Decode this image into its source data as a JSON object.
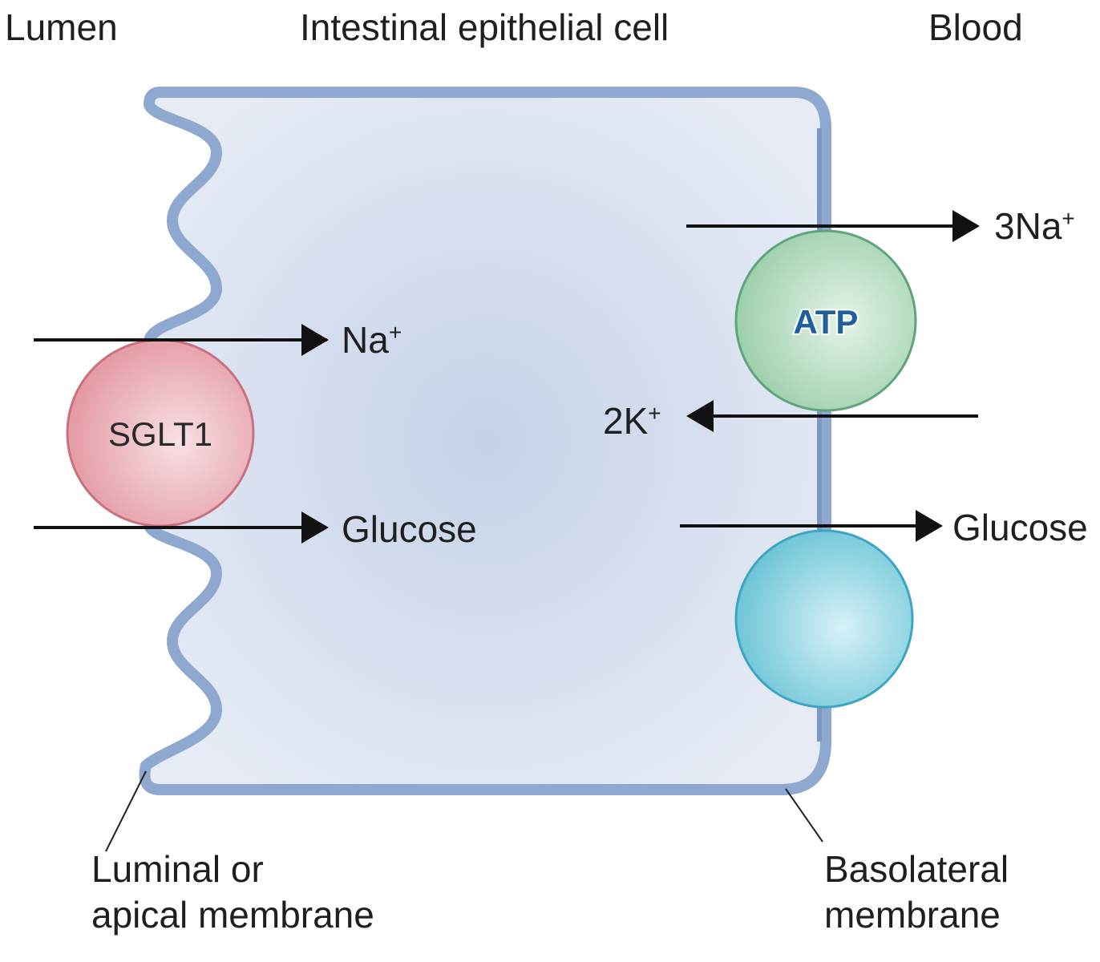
{
  "headers": {
    "lumen": "Lumen",
    "cell": "Intestinal epithelial cell",
    "blood": "Blood"
  },
  "luminal_side": {
    "transporter": "SGLT1",
    "ion": "Na",
    "ion_charge": "+",
    "substrate": "Glucose"
  },
  "basolateral_side": {
    "pump_label": "ATP",
    "out_count": "3",
    "out_ion": "Na",
    "out_charge": "+",
    "in_count": "2",
    "in_ion": "K",
    "in_charge": "+",
    "substrate": "Glucose"
  },
  "callouts": {
    "apical_line1": "Luminal or",
    "apical_line2": "apical membrane",
    "basolateral_line1": "Basolateral",
    "basolateral_line2": "membrane"
  },
  "colors": {
    "cell_fill": "#dfe5f1",
    "membrane": "#8fa8cf",
    "sglt1": "#e9a7b0",
    "atpase": "#a9d3b5",
    "glut": "#8dd1e0"
  }
}
